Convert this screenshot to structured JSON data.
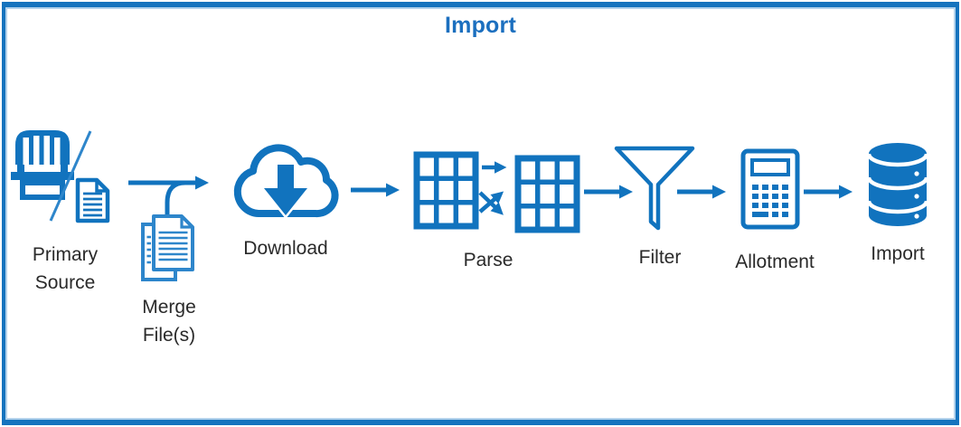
{
  "title": "Import",
  "colors": {
    "icon_blue": "#1173BE",
    "accent_blue": "#2E86CB",
    "frame_blue": "#1573BE",
    "frame_inner_blue": "#B3D2EC",
    "title_color": "#1B6FBF",
    "label_color": "#2A2A2A"
  },
  "nodes": {
    "primary_source": {
      "line1": "Primary",
      "line2": "Source",
      "icon": "storefront-document-icon"
    },
    "merge_files": {
      "line1": "Merge",
      "line2": "File(s)",
      "icon": "stacked-documents-icon"
    },
    "download": {
      "label": "Download",
      "icon": "cloud-download-icon"
    },
    "parse": {
      "label": "Parse",
      "icon": "table-transform-icon"
    },
    "filter": {
      "label": "Filter",
      "icon": "funnel-icon"
    },
    "allotment": {
      "label": "Allotment",
      "icon": "calculator-icon"
    },
    "import": {
      "label": "Import",
      "icon": "database-icon"
    }
  }
}
